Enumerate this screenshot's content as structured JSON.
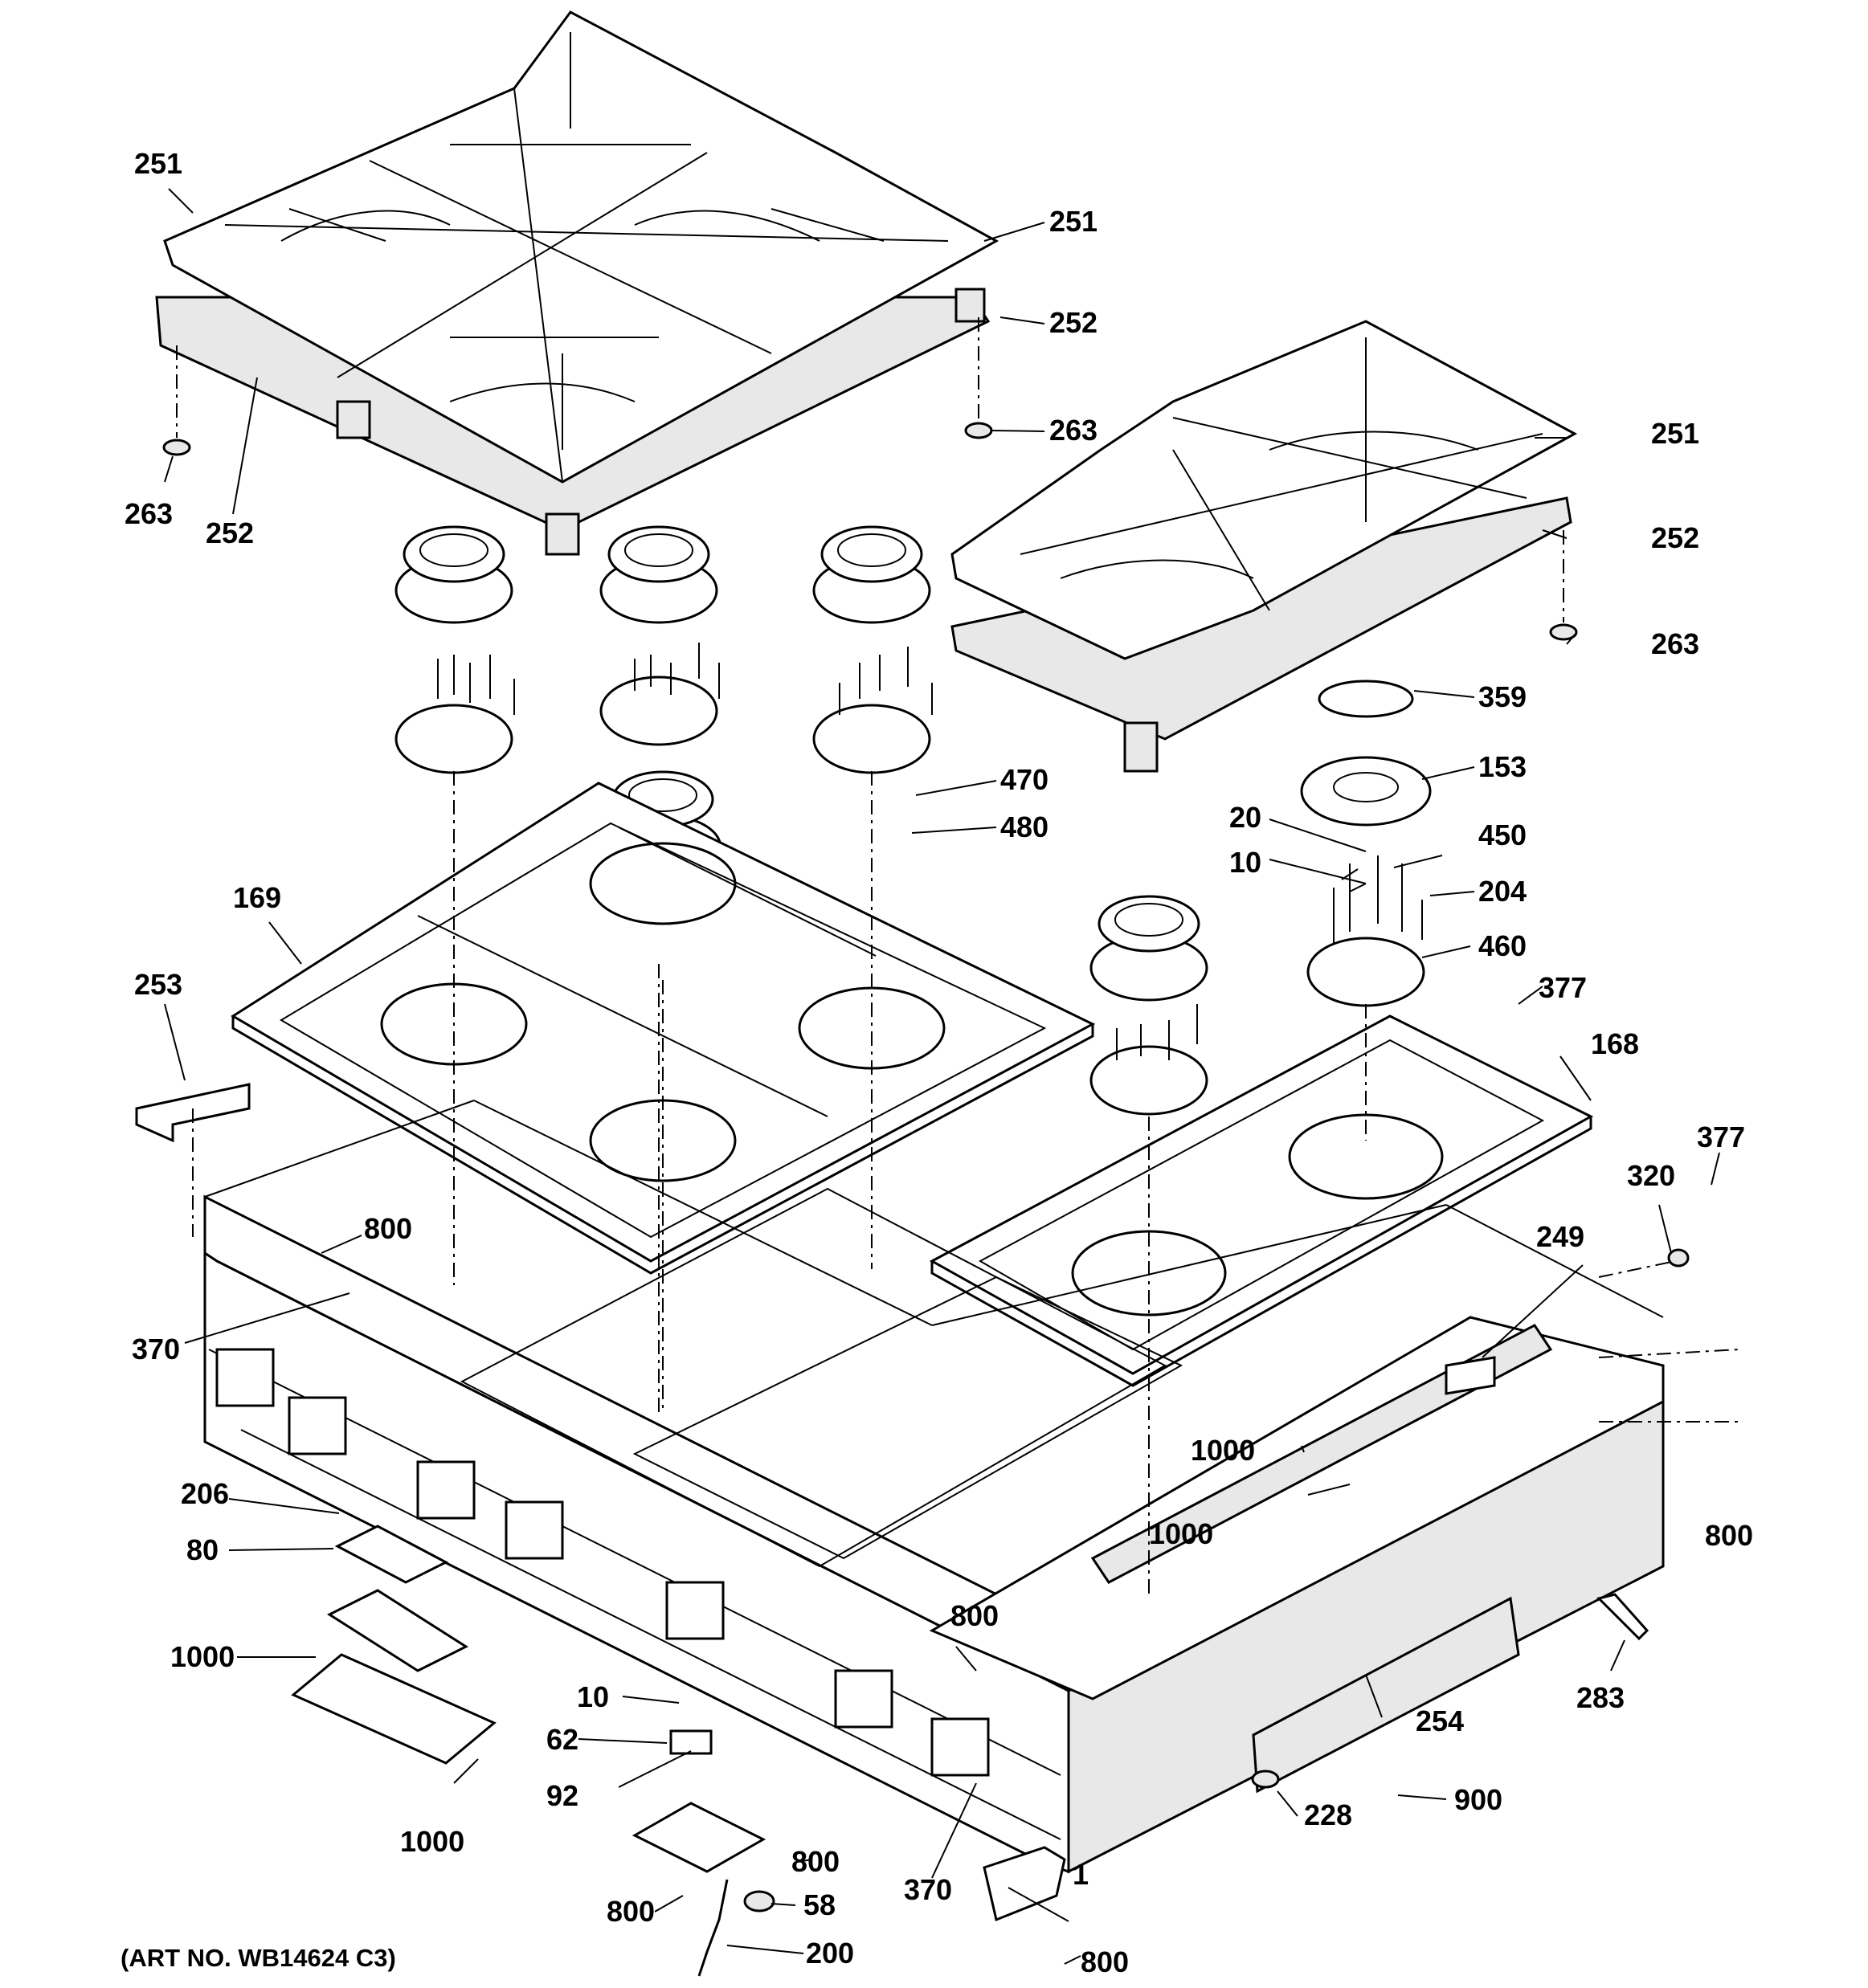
{
  "diagram": {
    "caption": "(ART NO. WB14624 C3)",
    "callouts": {
      "c251a": "251",
      "c251b": "251",
      "c251c": "251",
      "c252a": "252",
      "c252b": "252",
      "c252c": "252",
      "c263a": "263",
      "c263b": "263",
      "c263c": "263",
      "c359": "359",
      "c153": "153",
      "c470": "470",
      "c480": "480",
      "c20": "20",
      "c450": "450",
      "c10a": "10",
      "c204": "204",
      "c460": "460",
      "c169": "169",
      "c253": "253",
      "c377a": "377",
      "c168": "168",
      "c377b": "377",
      "c320": "320",
      "c249": "249",
      "c800a": "800",
      "c370a": "370",
      "c800b": "800",
      "c1000a": "1000",
      "c1000b": "1000",
      "c206": "206",
      "c80": "80",
      "c1000c": "1000",
      "c800c": "800",
      "c283": "283",
      "c10b": "10",
      "c62": "62",
      "c254": "254",
      "c92": "92",
      "c900": "900",
      "c1000d": "1000",
      "c228": "228",
      "c800d": "800",
      "c370b": "370",
      "c58": "58",
      "c800e": "800",
      "c1": "1",
      "c200": "200",
      "c800f": "800"
    }
  }
}
